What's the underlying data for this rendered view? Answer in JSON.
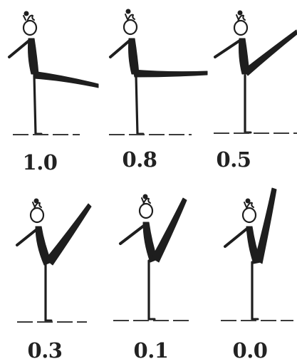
{
  "panels": [
    {
      "score": "1.0"
    },
    {
      "score": "0.8"
    },
    {
      "score": "0.5"
    },
    {
      "score": "0.3"
    },
    {
      "score": "0.1"
    },
    {
      "score": "0.0"
    }
  ],
  "ink_color": "#1e1e1e",
  "background_color": "#ffffff"
}
